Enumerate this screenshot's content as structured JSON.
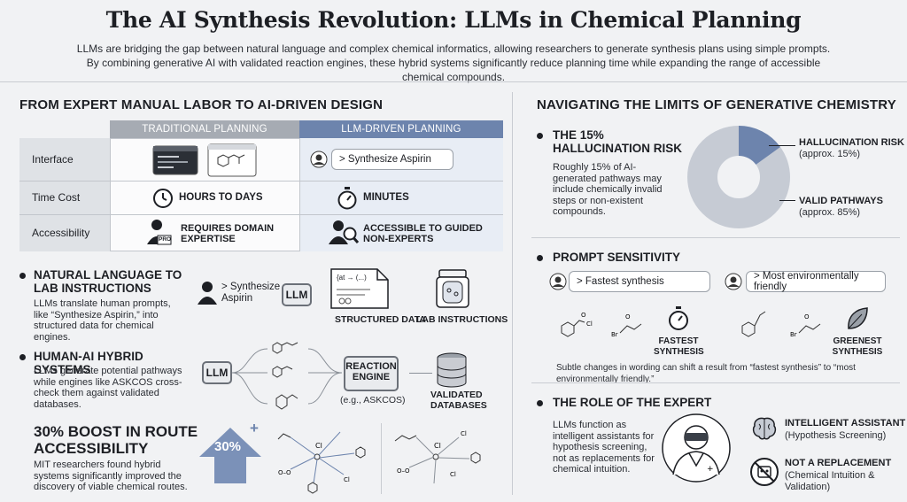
{
  "title": "The AI Synthesis Revolution: LLMs in Chemical Planning",
  "intro": "LLMs are bridging the gap between natural language and complex chemical informatics, allowing researchers to generate synthesis plans using simple prompts. By combining generative AI with validated reaction engines, these hybrid systems significantly reduce planning time while expanding the range of accessible chemical compounds.",
  "left": {
    "heading": "FROM EXPERT MANUAL LABOR TO AI-DRIVEN DESIGN",
    "table": {
      "col_traditional": "TRADITIONAL PLANNING",
      "col_llm": "LLM-DRIVEN PLANNING",
      "row_interface": "Interface",
      "row_time": "Time Cost",
      "row_access": "Accessibility",
      "llm_prompt": "> Synthesize Aspirin",
      "time_trad": "HOURS TO DAYS",
      "time_llm": "MINUTES",
      "access_trad": "REQUIRES DOMAIN EXPERTISE",
      "access_llm": "ACCESSIBLE TO GUIDED NON-EXPERTS",
      "pro_badge": "PRO"
    },
    "nl": {
      "heading": "NATURAL LANGUAGE TO LAB INSTRUCTIONS",
      "body": "LLMs translate human prompts, like “Synthesize Aspirin,” into structured data for chemical engines.",
      "prompt": "> Synthesize Aspirin",
      "llm": "LLM",
      "doc_text": "{at → (...)",
      "structured": "STRUCTURED DATA",
      "lab": "LAB INSTRUCTIONS"
    },
    "hybrid": {
      "heading": "HUMAN-AI HYBRID SYSTEMS",
      "body": "LLMs generate potential pathways while engines like ASKCOS cross-check them against validated databases.",
      "llm": "LLM",
      "engine": "REACTION ENGINE",
      "engine_sub": "(e.g., ASKCOS)",
      "db": "VALIDATED DATABASES"
    },
    "boost": {
      "heading": "30% BOOST IN ROUTE ACCESSIBILITY",
      "body": "MIT researchers found hybrid systems significantly improved the discovery of viable chemical routes.",
      "arrow_label": "30%",
      "plus": "+"
    }
  },
  "right": {
    "heading": "NAVIGATING THE LIMITS OF GENERATIVE CHEMISTRY",
    "risk": {
      "heading": "THE 15% HALLUCINATION RISK",
      "body": "Roughly 15% of AI-generated pathways may include chemically invalid steps or non-existent compounds.",
      "hall_label": "HALLUCINATION RISK",
      "hall_sub": "(approx. 15%)",
      "valid_label": "VALID PATHWAYS",
      "valid_sub": "(approx. 85%)"
    },
    "prompt": {
      "heading": "PROMPT SENSITIVITY",
      "prompt_a": "> Fastest synthesis",
      "prompt_b": "> Most environmentally friendly",
      "label_a": "FASTEST SYNTHESIS",
      "label_b": "GREENEST SYNTHESIS",
      "caption": "Subtle changes in wording can shift a result from “fastest synthesis” to “most environmentally friendly.”"
    },
    "expert": {
      "heading": "THE ROLE OF THE EXPERT",
      "body": "LLMs function as intelligent assistants for hypothesis screening, not as replacements for chemical intuition.",
      "assistant": "INTELLIGENT ASSISTANT",
      "assistant_sub": "(Hypothesis Screening)",
      "replacement": "NOT A REPLACEMENT",
      "replacement_sub": "(Chemical Intuition & Validation)"
    }
  },
  "chart_data": {
    "type": "pie",
    "categories": [
      "HALLUCINATION RISK",
      "VALID PATHWAYS"
    ],
    "values": [
      15,
      85
    ],
    "colors": [
      "#6d84ad",
      "#c6cbd4"
    ]
  }
}
